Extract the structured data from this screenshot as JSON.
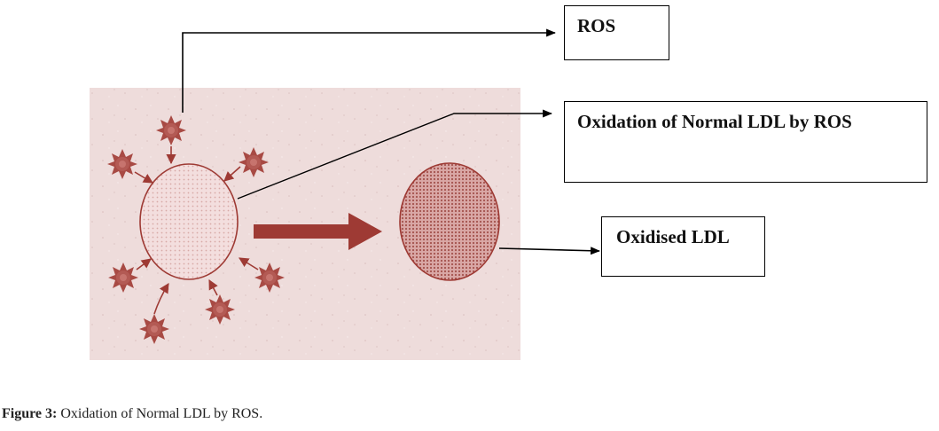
{
  "labels": {
    "ros": "ROS",
    "oxidation": "Oxidation of Normal LDL by ROS",
    "oxidised_ldl": "Oxidised LDL"
  },
  "caption": {
    "prefix": "Figure 3:",
    "text": " Oxidation of Normal LDL by ROS."
  },
  "colors": {
    "background_panel": "#efdedd",
    "ros_particle": "#a84a44",
    "normal_ldl_fill": "#f2d9d9",
    "oxidised_ldl_fill": "#c98c8a",
    "arrow": "#9e3a34",
    "line": "#000000"
  },
  "icons": {
    "ros_particle": "spiked-star-icon"
  }
}
